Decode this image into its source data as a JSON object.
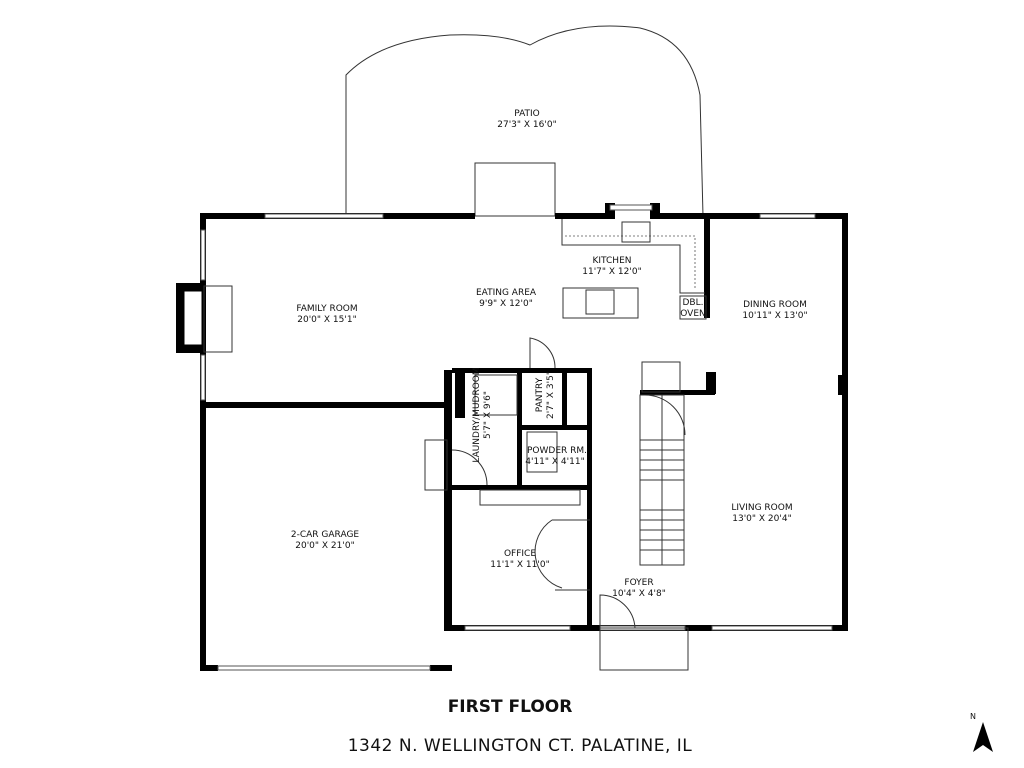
{
  "floor_title": "FIRST FLOOR",
  "address": "1342 N. WELLINGTON CT. PALATINE, IL",
  "compass": "N",
  "rooms": [
    {
      "name": "PATIO",
      "dims": "27'3\" X 16'0\""
    },
    {
      "name": "KITCHEN",
      "dims": "11'7\" X 12'0\""
    },
    {
      "name": "EATING AREA",
      "dims": "9'9\" X 12'0\""
    },
    {
      "name": "FAMILY ROOM",
      "dims": "20'0\" X 15'1\""
    },
    {
      "name": "DINING ROOM",
      "dims": "10'11\" X 13'0\""
    },
    {
      "name": "LAUNDRY/MUDROOM",
      "dims": "5'7\" X 9'6\""
    },
    {
      "name": "PANTRY",
      "dims": "2'7\" X 3'5\""
    },
    {
      "name": "POWDER RM.",
      "dims": "4'11\" X 4'11\""
    },
    {
      "name": "LIVING ROOM",
      "dims": "13'0\" X 20'4\""
    },
    {
      "name": "2-CAR GARAGE",
      "dims": "20'0\" X 21'0\""
    },
    {
      "name": "OFFICE",
      "dims": "11'1\" X 11'0\""
    },
    {
      "name": "FOYER",
      "dims": "10'4\" X 4'8\""
    }
  ],
  "fixtures": {
    "oven_line1": "DBL.",
    "oven_line2": "OVEN"
  }
}
